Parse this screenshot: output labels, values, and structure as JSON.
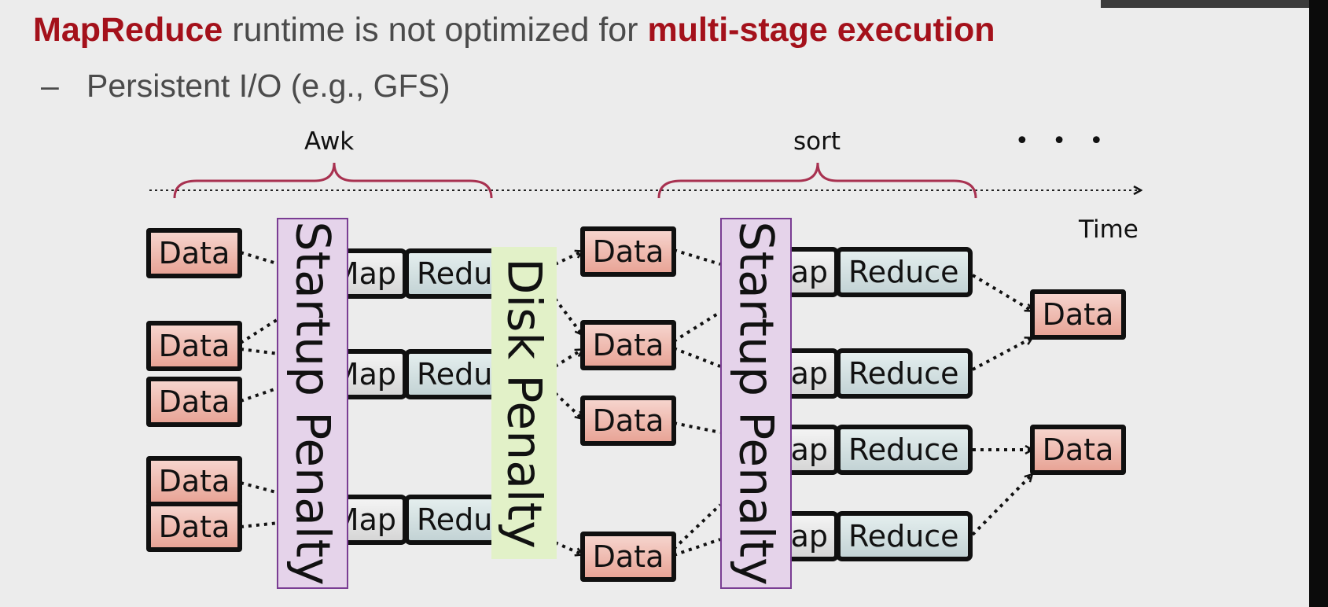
{
  "title": {
    "part1": "MapReduce",
    "part2": " runtime is not optimized for ",
    "part3": "multi-stage execution"
  },
  "bullet": {
    "dash": "–",
    "text": "Persistent I/O (e.g., GFS)"
  },
  "diagram": {
    "stage_labels": [
      "Awk",
      "sort"
    ],
    "time_label": "Time",
    "ellipsis": "• • •",
    "data_label": "Data",
    "map_label": "Map",
    "reduce_label": "Reduce",
    "startup_penalty": "Startup Penalty",
    "disk_penalty": "Disk Penalty"
  },
  "colors": {
    "title_highlight": "#a4111b",
    "brace": "#a83150",
    "startup_fill": "#e5d3ea",
    "startup_border": "#7a3d93",
    "disk_fill": "#e2f1c8",
    "data_fill": "#eeb6aa"
  }
}
